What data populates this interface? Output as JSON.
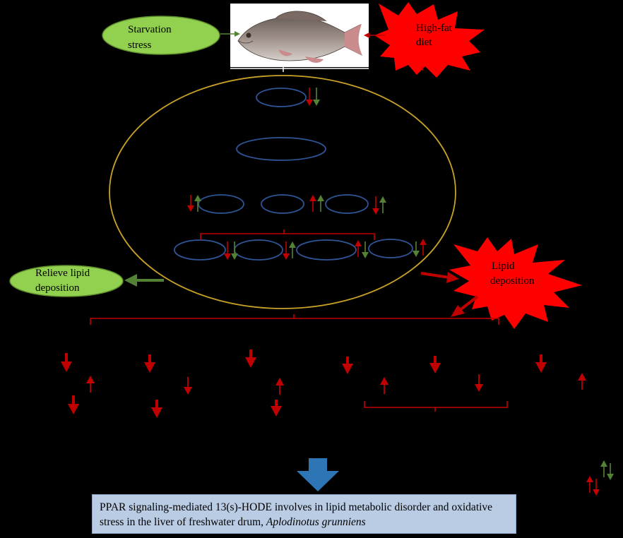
{
  "inputs": {
    "starvation": [
      "Starvation",
      "stress"
    ],
    "high_fat": [
      "High-fat",
      "diet"
    ]
  },
  "outcomes": {
    "relieve": [
      "Relieve lipid",
      "deposition"
    ],
    "deposition": [
      "Lipid",
      "deposition"
    ]
  },
  "conclusion": {
    "text": "PPAR signaling-mediated 13(s)-HODE involves in lipid metabolic disorder and oxidative stress in the liver of freshwater drum,",
    "species": "Aplodinotus grunniens"
  },
  "colors": {
    "background": "#000000",
    "starvation_green": "#92d050",
    "relieve_arrow_green": "#548235",
    "starburst_red": "#ff0000",
    "up_down_red": "#c00000",
    "up_down_green": "#548235",
    "liver_ellipse_gold": "#c9a227",
    "pathway_node_blue": "#2f5597",
    "bracket_red": "#c00000",
    "down_arrow_blue": "#2e75b6",
    "conclusion_box": "#b9cce4"
  },
  "icons": {
    "fish": "freshwater-drum-illustration",
    "flow": "down-arrow-icon"
  }
}
